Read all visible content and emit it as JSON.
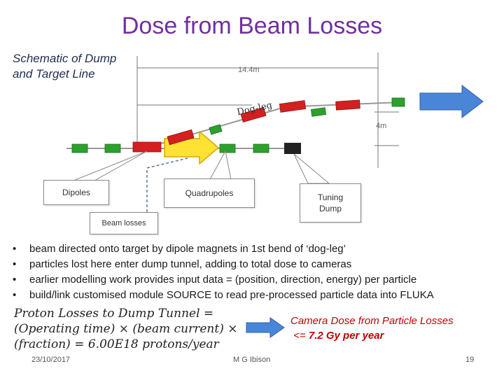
{
  "title": "Dose from Beam Losses",
  "schematic_label": "Schematic of Dump\nand Target Line",
  "schematic": {
    "dimension_top": "14.4m",
    "dimension_side": "4m",
    "dogleg_label": "Dog-leg"
  },
  "callouts": {
    "dipoles": "Dipoles",
    "quadrupoles": "Quadrupoles",
    "tuning_dump": "Tuning Dump",
    "beam_losses": "Beam losses"
  },
  "bullets": [
    "beam directed onto target by dipole magnets in 1st bend of ‘dog-leg’",
    "particles lost here enter dump tunnel, adding to total dose to cameras",
    "earlier modelling work provides input data = (position, direction, energy) per particle",
    "build/link customised module SOURCE to read pre-processed particle data into FLUKA"
  ],
  "formula": {
    "line1": "Proton Losses to Dump Tunnel =",
    "line2": "(Operating time) × (beam current) ×",
    "line3": "(fraction) = 6.00E18 protons/year"
  },
  "camera_dose": {
    "line1": "Camera Dose from Particle Losses",
    "line2_prefix": "<= ",
    "line2_value": "7.2 Gy per year"
  },
  "footer": {
    "date": "23/10/2017",
    "author": "M G Ibison",
    "page": "19"
  },
  "colors": {
    "title": "#7030a0",
    "dipole": "#d42020",
    "quadrupole": "#2ea02e",
    "arrow_blue": "#4a86d8",
    "camera_text": "#c00000"
  }
}
